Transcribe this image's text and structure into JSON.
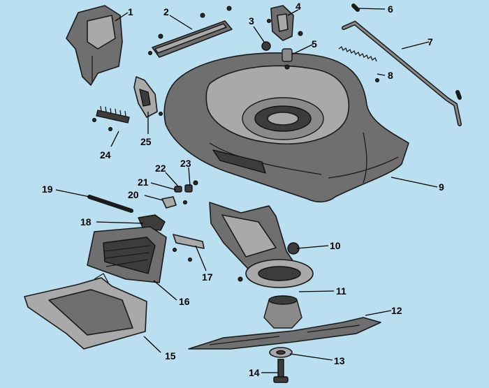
{
  "callouts": [
    {
      "id": "1",
      "text": "1"
    },
    {
      "id": "2",
      "text": "2"
    },
    {
      "id": "3",
      "text": "3"
    },
    {
      "id": "4",
      "text": "4"
    },
    {
      "id": "5",
      "text": "5"
    },
    {
      "id": "6",
      "text": "6"
    },
    {
      "id": "7",
      "text": "7"
    },
    {
      "id": "8",
      "text": "8"
    },
    {
      "id": "9",
      "text": "9"
    },
    {
      "id": "10",
      "text": "10"
    },
    {
      "id": "11",
      "text": "11"
    },
    {
      "id": "12",
      "text": "12"
    },
    {
      "id": "13",
      "text": "13"
    },
    {
      "id": "14",
      "text": "14"
    },
    {
      "id": "15",
      "text": "15"
    },
    {
      "id": "16",
      "text": "16"
    },
    {
      "id": "17",
      "text": "17"
    },
    {
      "id": "18",
      "text": "18"
    },
    {
      "id": "19",
      "text": "19"
    },
    {
      "id": "20",
      "text": "20"
    },
    {
      "id": "21",
      "text": "21"
    },
    {
      "id": "22",
      "text": "22"
    },
    {
      "id": "23",
      "text": "23"
    },
    {
      "id": "24",
      "text": "24"
    },
    {
      "id": "25",
      "text": "25"
    }
  ],
  "colors": {
    "background": "#b9dff0",
    "part": "#6f6f6f",
    "outline": "#1a1a1a"
  }
}
